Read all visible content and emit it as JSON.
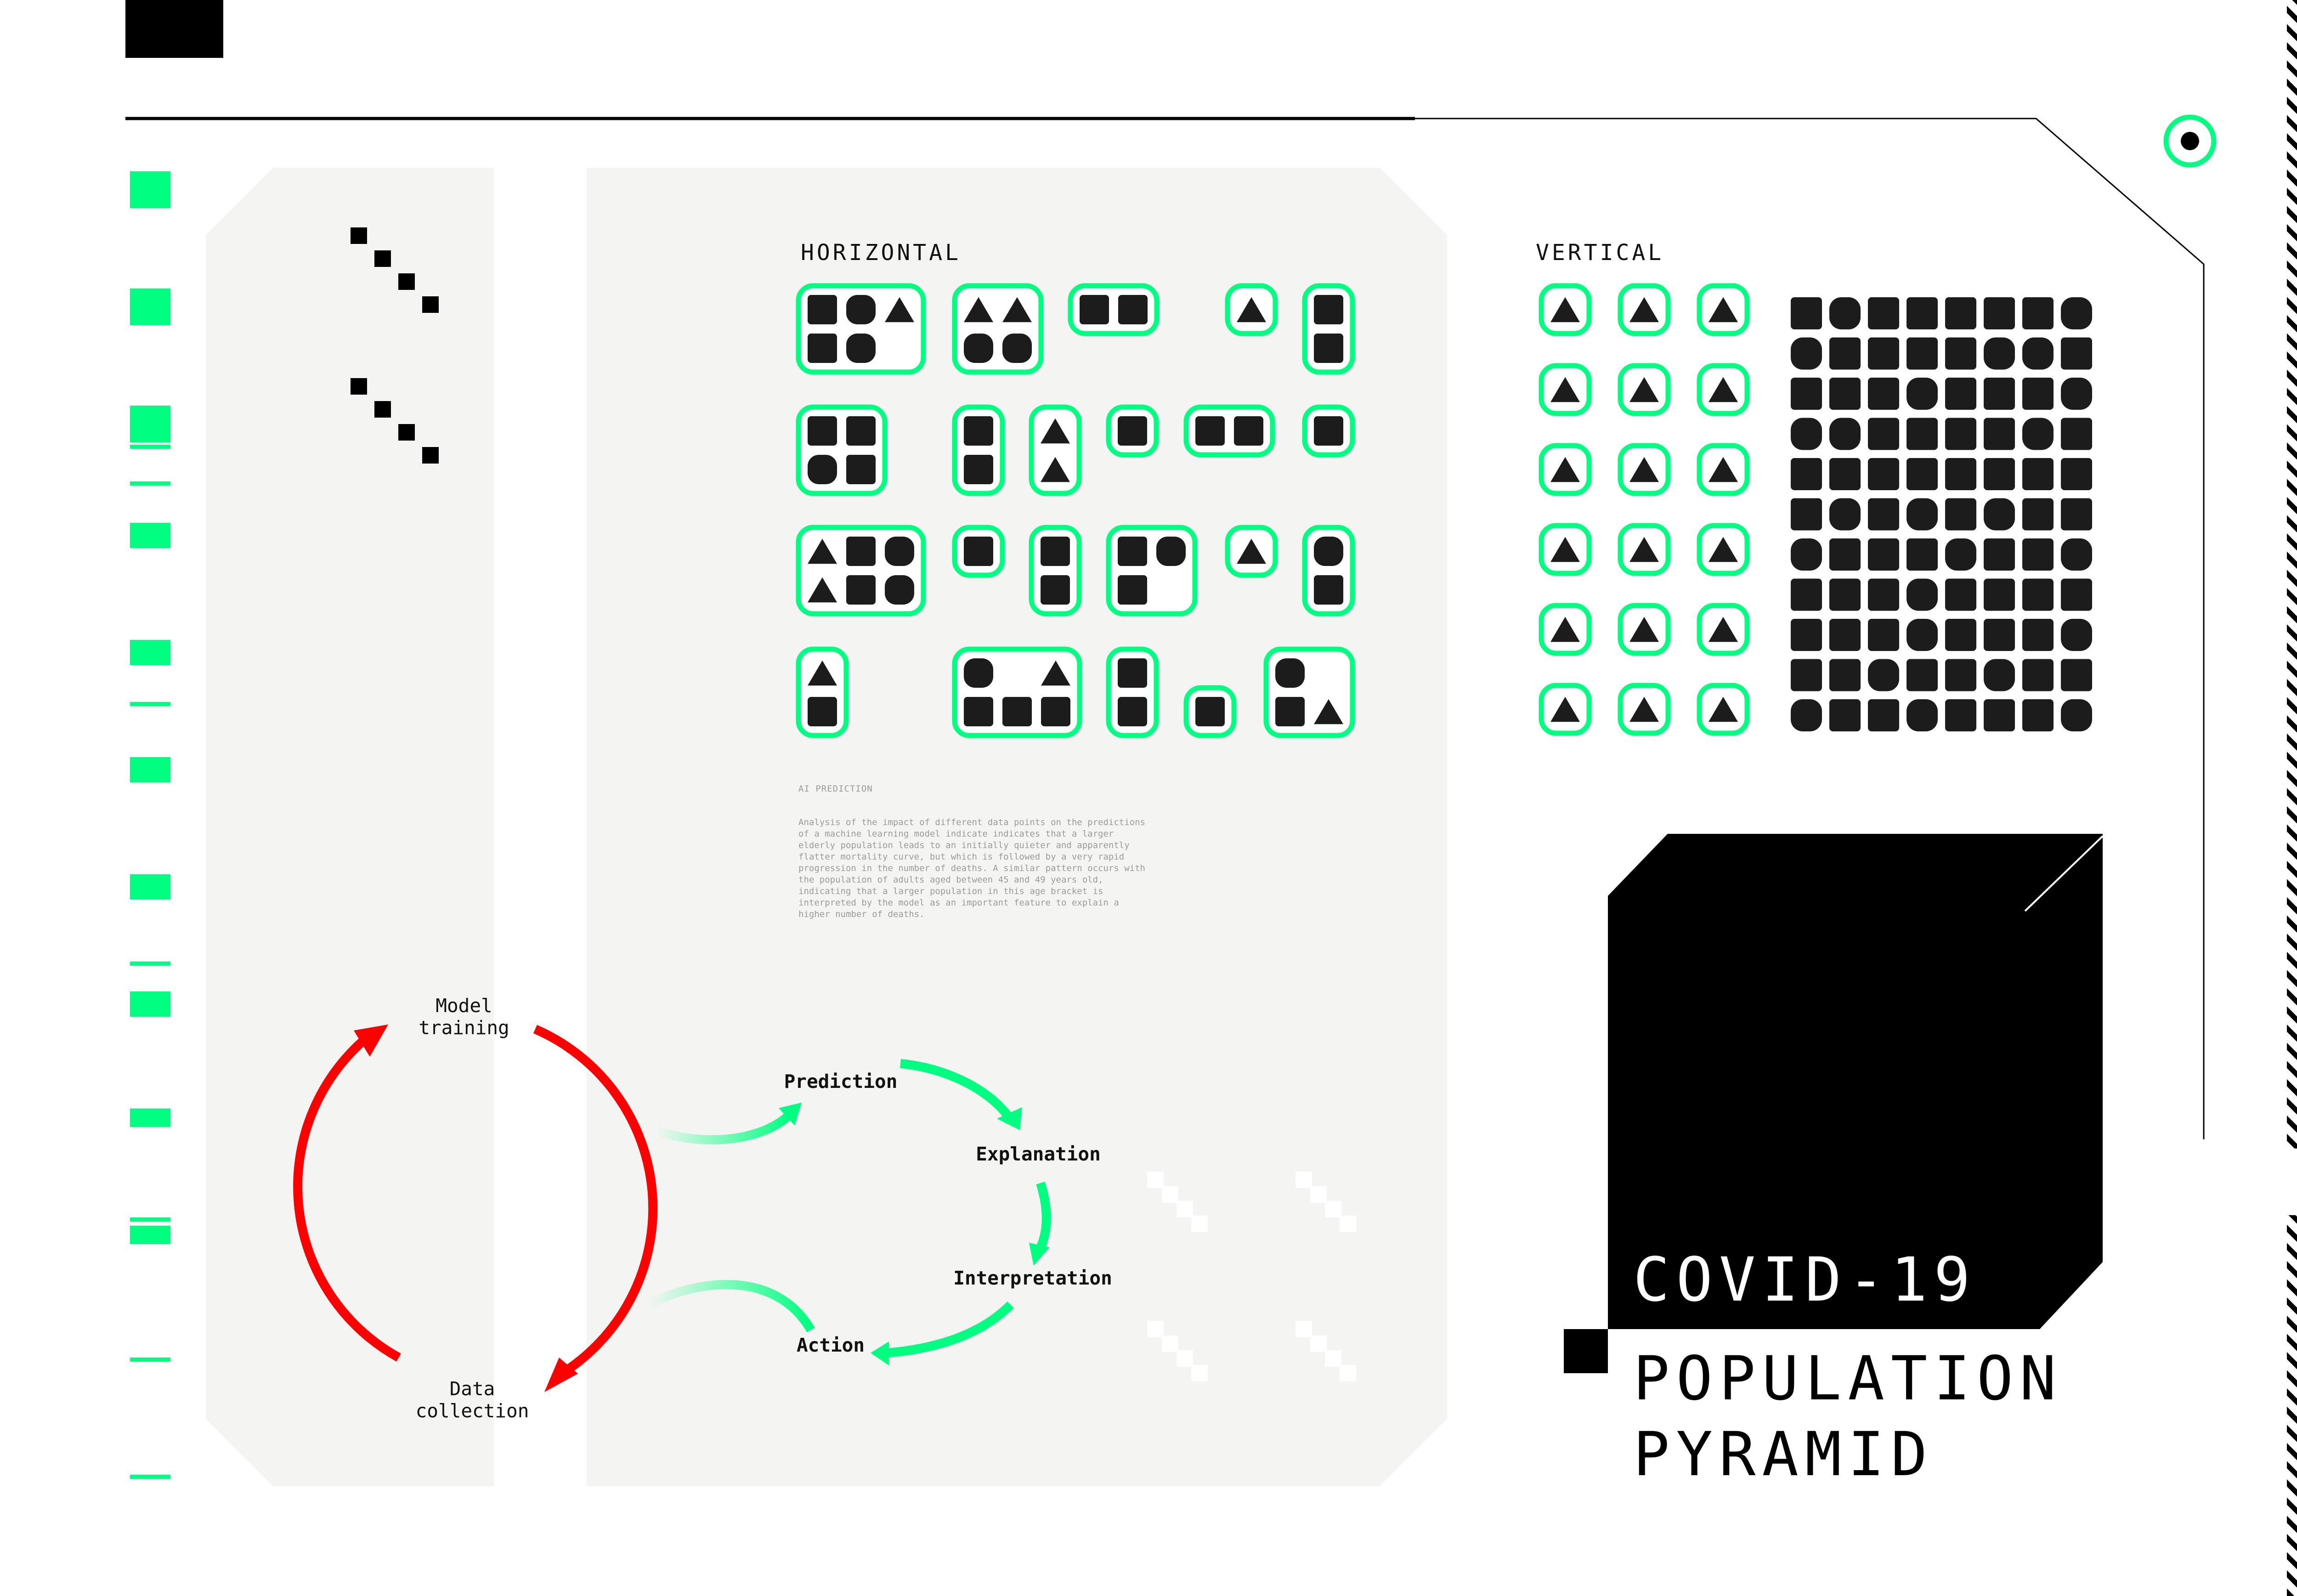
{
  "title": {
    "line1": "COVID-19",
    "line2": "POPULATION",
    "line3": "PYRAMID"
  },
  "panels": {
    "horizontal_label": "HORIZONTAL",
    "vertical_label": "VERTICAL"
  },
  "ai_prediction": {
    "title": "AI PREDICTION",
    "body": "Analysis of the impact of different data points on the predictions of a machine learning model indicate indicates that a larger elderly population leads to an initially quieter and apparently flatter mortality curve, but which is followed by a very rapid progression in the number of deaths. A similar pattern occurs with the population of adults aged between 45 and 49 years old, indicating that a larger population in this age bracket is interpreted by the model as an important feature to explain a higher number of deaths."
  },
  "cycle_outer": {
    "top": "Model\ntraining",
    "bottom": "Data\ncollection"
  },
  "cycle_inner": {
    "prediction": "Prediction",
    "explanation": "Explanation",
    "interpretation": "Interpretation",
    "action": "Action"
  },
  "colors": {
    "accent_green": "#00ff80",
    "arrow_red": "#ff0000",
    "panel_bg": "#f4f5f2",
    "cell_dark": "#1c1c1c"
  },
  "icons": {
    "target": "target-icon",
    "square": "square-icon",
    "triangle": "triangle-icon"
  }
}
